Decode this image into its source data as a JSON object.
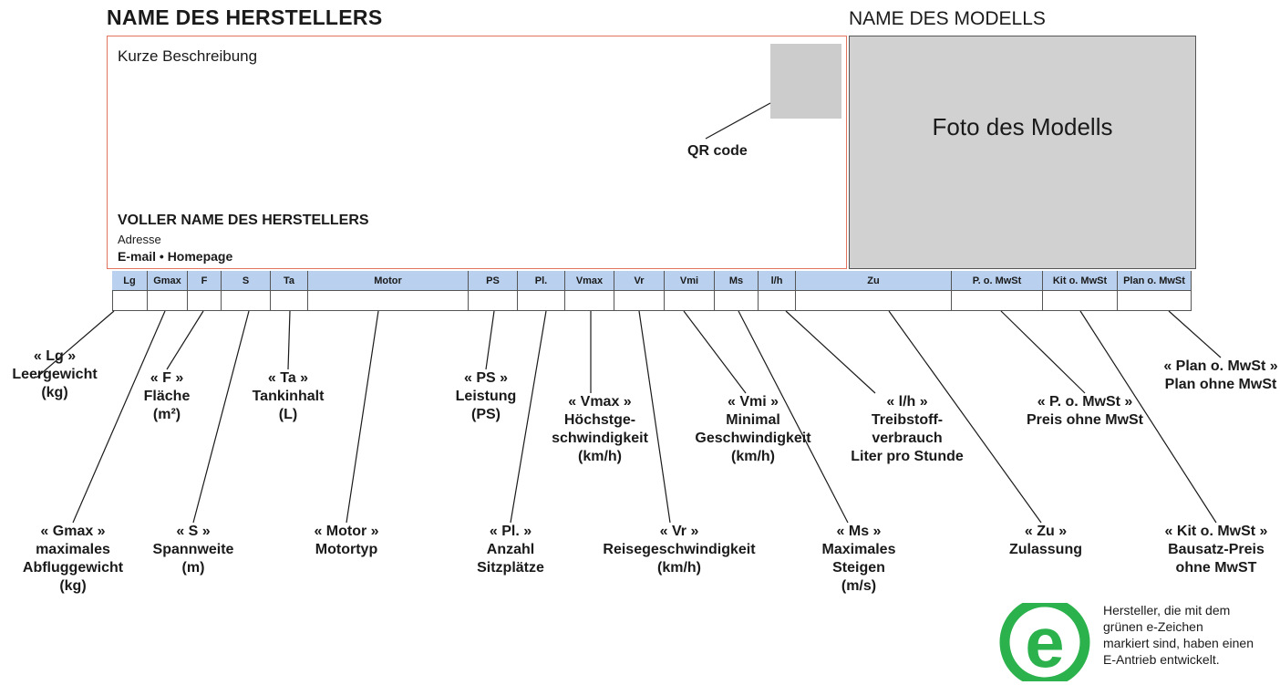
{
  "header": {
    "maker_title": "NAME DES HERSTELLERS",
    "model_title": "NAME DES MODELLS"
  },
  "card": {
    "description": "Kurze Beschreibung",
    "qr_label": "QR code",
    "photo_label": "Foto des Modells",
    "full_name": "VOLLER NAME DES HERSTELLERS",
    "address": "Adresse",
    "contact": "E-mail • Homepage"
  },
  "table": {
    "columns": [
      "Lg",
      "Gmax",
      "F",
      "S",
      "Ta",
      "Motor",
      "PS",
      "Pl.",
      "Vmax",
      "Vr",
      "Vmi",
      "Ms",
      "l/h",
      "Zu",
      "P. o. MwSt",
      "Kit o. MwSt",
      "Plan o. MwSt"
    ]
  },
  "legend": [
    {
      "lines": [
        "« Lg »",
        "Leergewicht",
        "(kg)"
      ]
    },
    {
      "lines": [
        "« Gmax »",
        "maximales",
        "Abfluggewicht",
        "(kg)"
      ]
    },
    {
      "lines": [
        "« F »",
        "Fläche",
        "(m²)"
      ]
    },
    {
      "lines": [
        "« S »",
        "Spannweite",
        "(m)"
      ]
    },
    {
      "lines": [
        "« Ta »",
        "Tankinhalt",
        "(L)"
      ]
    },
    {
      "lines": [
        "« Motor »",
        "Motortyp"
      ]
    },
    {
      "lines": [
        "« PS »",
        "Leistung",
        "(PS)"
      ]
    },
    {
      "lines": [
        "« Pl. »",
        "Anzahl",
        "Sitzplätze"
      ]
    },
    {
      "lines": [
        "« Vmax »",
        "Höchstge-",
        "schwindigkeit",
        "(km/h)"
      ]
    },
    {
      "lines": [
        "« Vr »",
        "Reisegeschwindigkeit",
        "(km/h)"
      ]
    },
    {
      "lines": [
        "« Vmi »",
        "Minimal",
        "Geschwindigkeit",
        "(km/h)"
      ]
    },
    {
      "lines": [
        "« Ms »",
        "Maximales",
        "Steigen",
        "(m/s)"
      ]
    },
    {
      "lines": [
        "« l/h »",
        "Treibstoff-",
        "verbrauch",
        "Liter pro Stunde"
      ]
    },
    {
      "lines": [
        "« Zu »",
        "Zulassung"
      ]
    },
    {
      "lines": [
        "« P. o. MwSt »",
        "Preis ohne MwSt"
      ]
    },
    {
      "lines": [
        "« Kit o. MwSt »",
        "Bausatz-Preis",
        "ohne MwST"
      ]
    },
    {
      "lines": [
        "« Plan o. MwSt »",
        "Plan ohne MwSt"
      ]
    }
  ],
  "e_badge": {
    "letter": "e",
    "color": "#2bb24c",
    "note_lines": [
      "Hersteller, die mit dem",
      "grünen e-Zeichen",
      "markiert sind, haben einen",
      "E-Antrieb entwickelt."
    ]
  }
}
